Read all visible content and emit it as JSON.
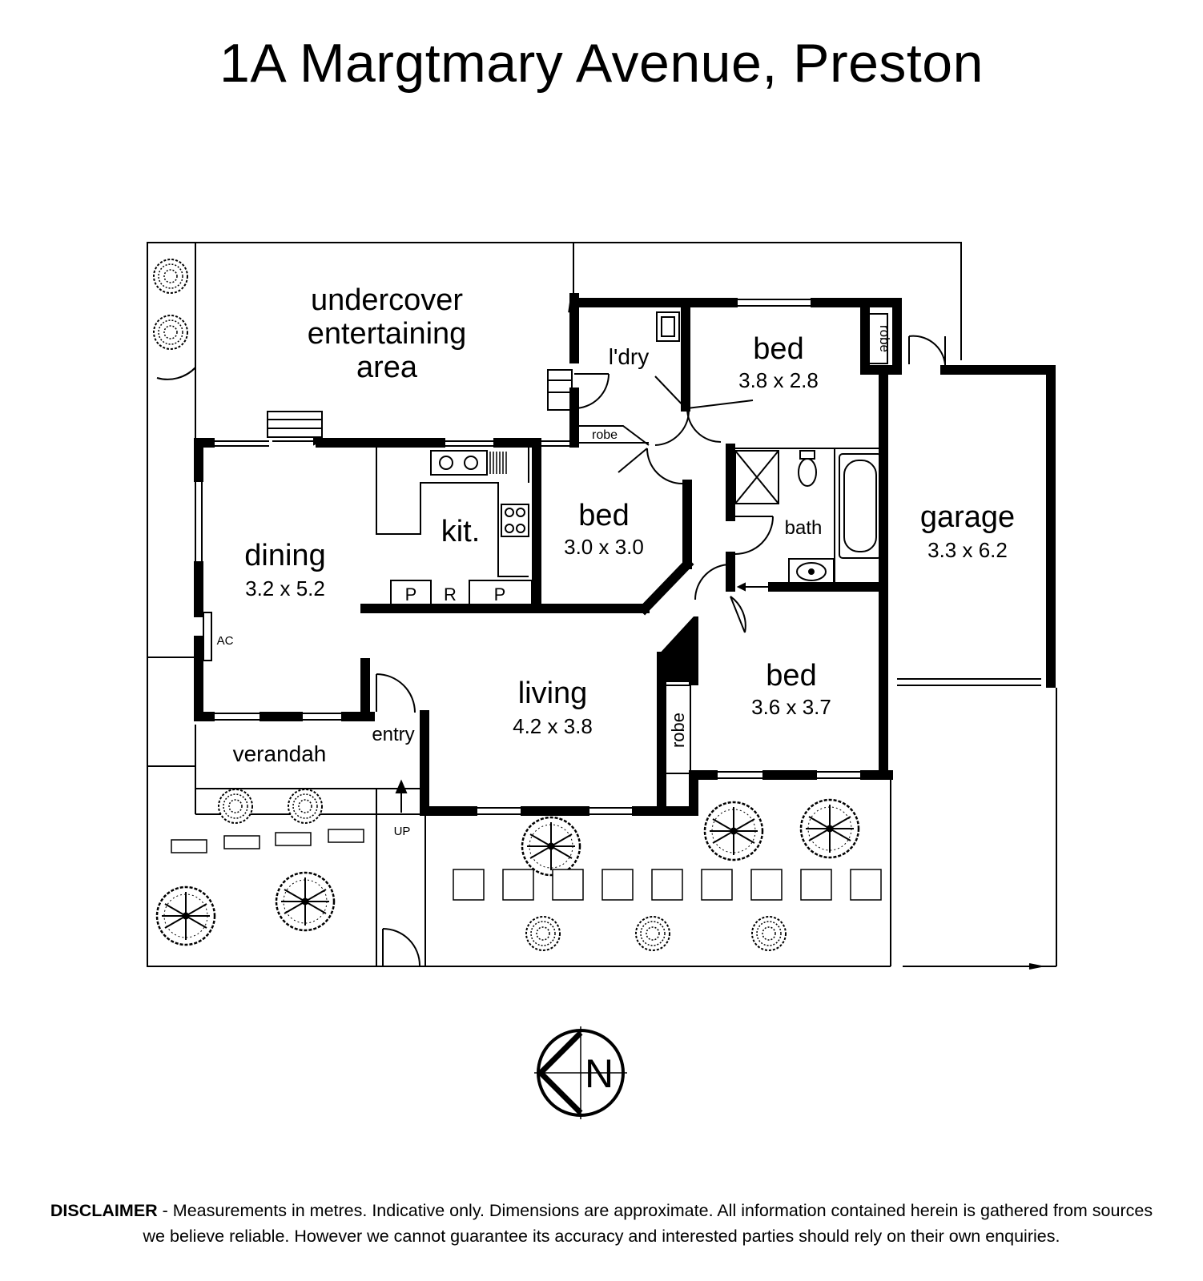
{
  "title": "1A Margtmary Avenue, Preston",
  "rooms": {
    "undercover": [
      "undercover",
      "entertaining",
      "area"
    ],
    "laundry": "l'dry",
    "bed1": {
      "name": "bed",
      "dims": "3.8 x 2.8"
    },
    "robe_bed1": "robe",
    "robe_hall": "robe",
    "dining": {
      "name": "dining",
      "dims": "3.2 x 5.2"
    },
    "kitchen": "kit.",
    "bed2": {
      "name": "bed",
      "dims": "3.0 x 3.0"
    },
    "bath": "bath",
    "garage": {
      "name": "garage",
      "dims": "3.3 x 6.2"
    },
    "pantry_left": "P",
    "fridge": "R",
    "pantry_right": "P",
    "ac": "AC",
    "living": {
      "name": "living",
      "dims": "4.2 x 3.8"
    },
    "bed3": {
      "name": "bed",
      "dims": "3.6 x 3.7"
    },
    "robe_bed3": "robe",
    "entry": "entry",
    "verandah": "verandah",
    "up": "UP"
  },
  "compass": {
    "label": "N",
    "icon": "north-compass-icon"
  },
  "disclaimer": {
    "heading": "DISCLAIMER",
    "text": " - Measurements in metres. Indicative only. Dimensions are approximate. All information contained herein is gathered from sources we believe reliable. However we cannot guarantee its accuracy and interested parties should rely on their own enquiries."
  }
}
